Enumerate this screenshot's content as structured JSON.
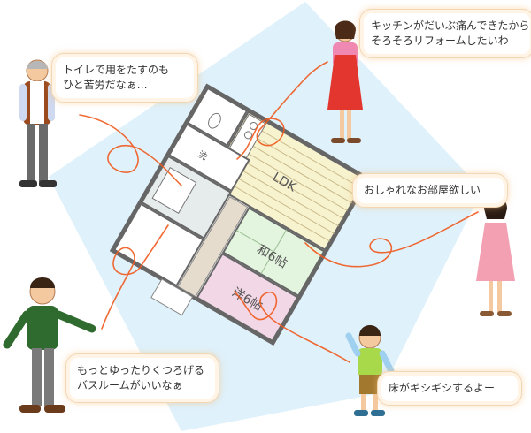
{
  "colors": {
    "background_panel": "#dff1fb",
    "ldk": "#f7f3cf",
    "washitsu": "#e3f4df",
    "youshitsu": "#f2d7e6",
    "scribble": "#f05a1e",
    "bubble_glow": "#f6be78"
  },
  "rooms": {
    "ldk": "LDK",
    "washitsu": "和6帖",
    "youshitsu": "洋6帖",
    "sentaku": "洗"
  },
  "speech": {
    "grandpa": {
      "line1": "トイレで用をたすのも",
      "line2": "ひと苦労だなぁ…"
    },
    "woman_top": {
      "line1": "キッチンがだいぶ痛んできたから",
      "line2": "そろそろリフォームしたいわ"
    },
    "girl": {
      "line1": "おしゃれなお部屋欲しい"
    },
    "man": {
      "line1": "もっとゆったりくつろげる",
      "line2": "バスルームがいいなぁ"
    },
    "boy": {
      "line1": "床がギシギシするよー"
    }
  },
  "characters": [
    "grandpa",
    "woman",
    "girl",
    "man",
    "boy"
  ]
}
